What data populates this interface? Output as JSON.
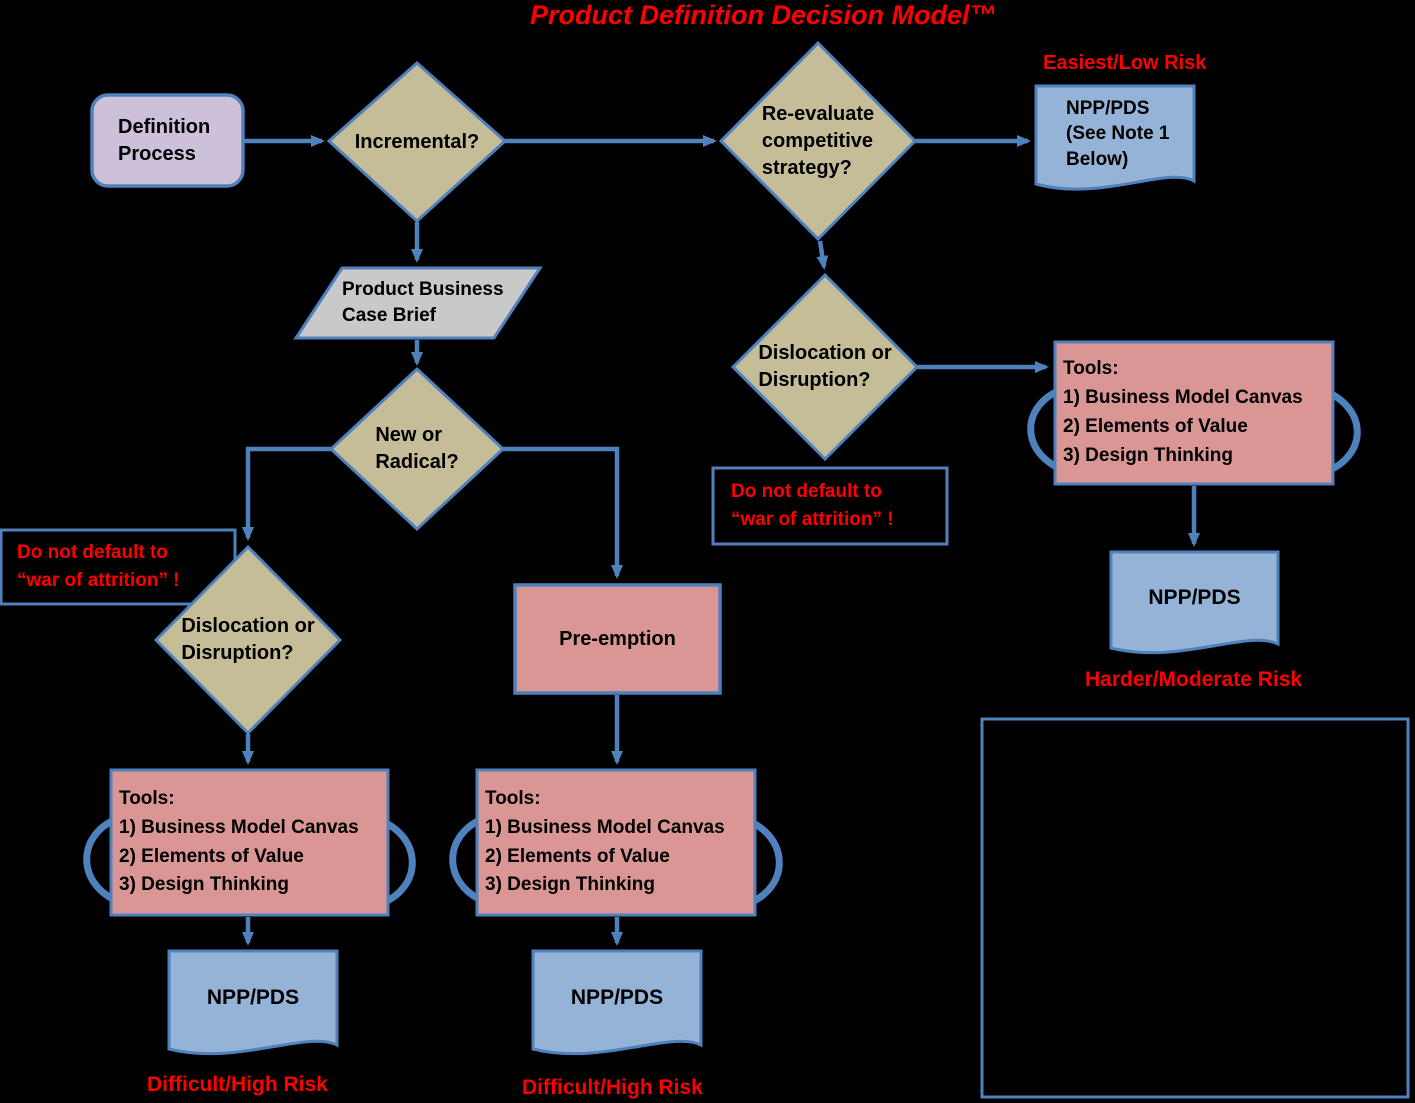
{
  "title": "Product Definition Decision Model™",
  "colors": {
    "background": "#000000",
    "outline_blue": "#4f81bd",
    "diamond_fill": "#c4bd97",
    "process_fill": "#ccc0da",
    "parallelogram_fill": "#c9c9c9",
    "tools_fill": "#d99694",
    "document_fill": "#95b3d7",
    "warning_red": "#ff0000",
    "text_black": "#000000"
  },
  "nodes": {
    "definition_process": "Definition\nProcess",
    "incremental": "Incremental?",
    "reevaluate": "Re-evaluate\ncompetitive\nstrategy?",
    "npp_top_right": "NPP/PDS\n(See Note 1\nBelow)",
    "business_case": "Product Business\nCase Brief",
    "new_or_radical": "New or\nRadical?",
    "dislocation_right": "Dislocation or\nDisruption?",
    "dislocation_left": "Dislocation or\nDisruption?",
    "pre_emption": "Pre-emption",
    "tools_right": "Tools:\n1) Business Model Canvas\n2) Elements of Value\n3) Design Thinking",
    "tools_left": "Tools:\n1) Business Model Canvas\n2) Elements of Value\n3) Design Thinking",
    "tools_middle": "Tools:\n1) Business Model Canvas\n2) Elements of Value\n3) Design Thinking",
    "npp_right": "NPP/PDS",
    "npp_bottom_left": "NPP/PDS",
    "npp_bottom_middle": "NPP/PDS"
  },
  "annotations": {
    "easiest": "Easiest/Low Risk",
    "harder": "Harder/Moderate Risk",
    "difficult_left": "Difficult/High Risk",
    "difficult_middle": "Difficult/High Risk",
    "warning_left": "Do not default to\n“war of attrition” !",
    "warning_middle": "Do not default to\n“war of attrition” !"
  }
}
